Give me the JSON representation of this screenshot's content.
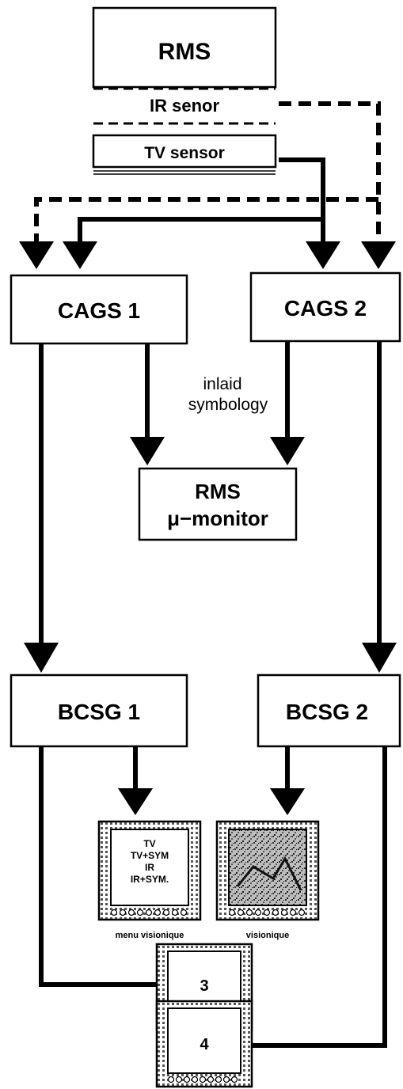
{
  "nodes": {
    "rms": {
      "title": "RMS",
      "ir": "IR senor",
      "tv": "TV sensor"
    },
    "cags1": "CAGS 1",
    "cags2": "CAGS 2",
    "monitor": {
      "line1": "RMS",
      "line2": "μ−monitor"
    },
    "bcsg1": "BCSG 1",
    "bcsg2": "BCSG 2",
    "display_menu": {
      "lines": [
        "TV",
        "TV+SYM",
        "IR",
        "IR+SYM."
      ],
      "caption": "menu visionique"
    },
    "display_video": {
      "caption": "visionique"
    },
    "display_3": "3",
    "display_4": "4"
  },
  "annotation": {
    "line1": "inlaid",
    "line2": "symbology"
  },
  "colors": {
    "ink": "#000000",
    "box_fill": "#ffffff",
    "screen_texture": "#8a8a8a"
  }
}
